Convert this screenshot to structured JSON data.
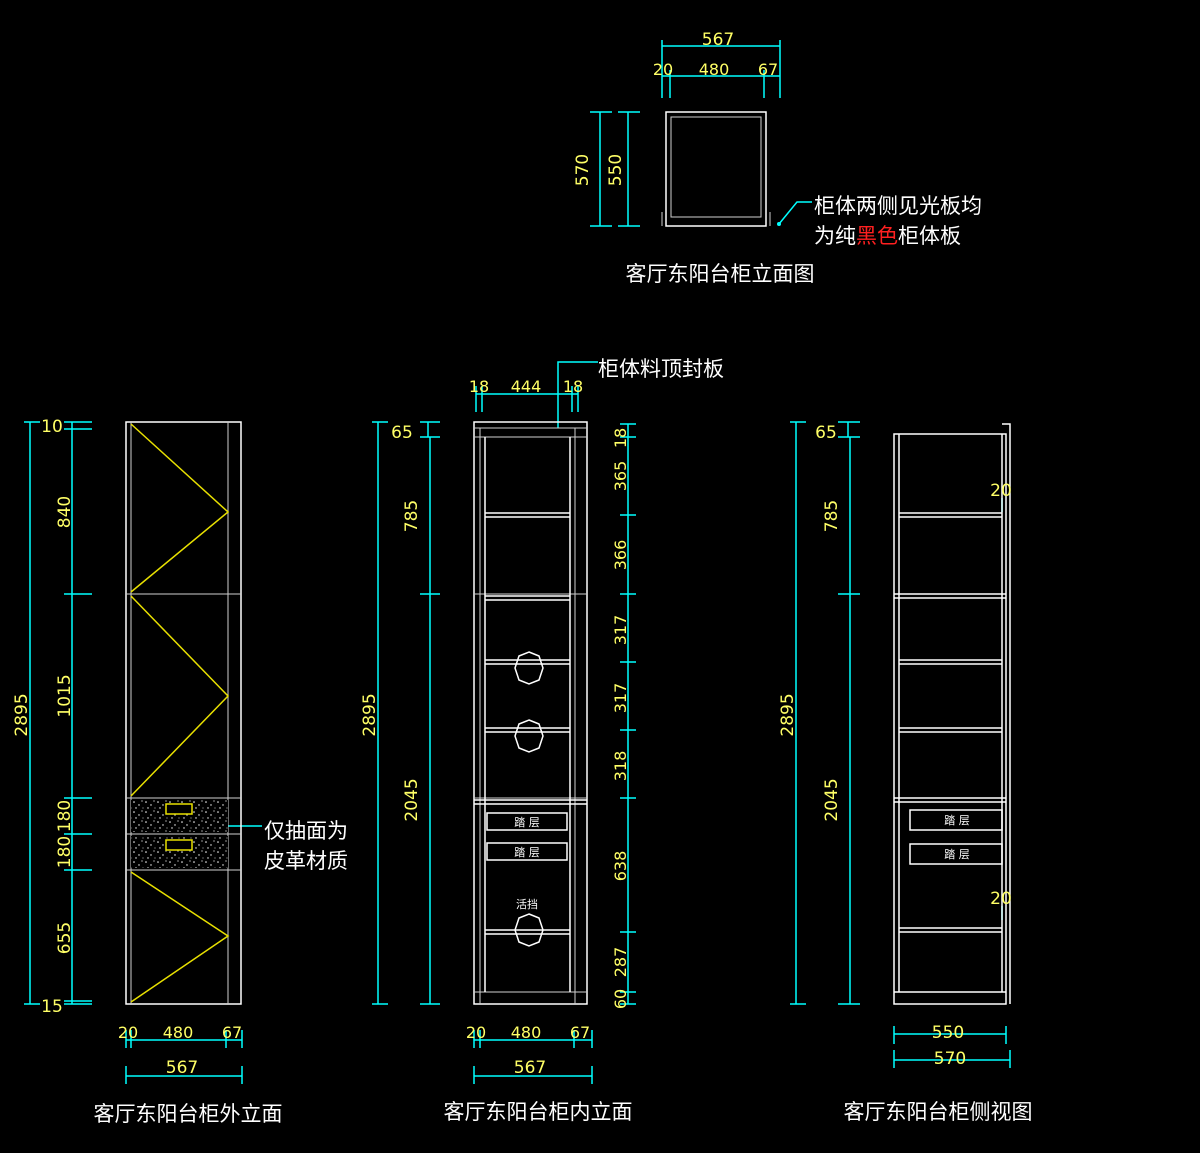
{
  "colors": {
    "background": "#000000",
    "outline": "#ffffff",
    "dimension_line": "#00ffff",
    "dimension_text": "#ffff66",
    "hatch": "#e8e000",
    "highlight": "#ff2020"
  },
  "top_view": {
    "title": "客厅东阳台柜立面图",
    "dims": {
      "w_total": "567",
      "w_left": "20",
      "w_mid": "480",
      "w_right": "67",
      "h_outer": "570",
      "h_inner": "550"
    },
    "note_line1": "柜体两侧见光板均",
    "note_line2_pre": "为纯",
    "note_line2_red": "黑色",
    "note_line2_post": "柜体板"
  },
  "outer_elevation": {
    "title": "客厅东阳台柜外立面",
    "dims": {
      "total": "2895",
      "top": "10",
      "upper": "840",
      "middle": "1015",
      "drawer1": "180",
      "drawer2": "180",
      "lower": "655",
      "bottom": "15",
      "w_left": "20",
      "w_mid": "480",
      "w_right": "67",
      "w_total": "567"
    },
    "note_line1": "仅抽面为",
    "note_line2": "皮革材质"
  },
  "inner_elevation": {
    "title": "客厅东阳台柜内立面",
    "top_panel_note": "柜体料顶封板",
    "dims": {
      "total": "2895",
      "top": "65",
      "upper": "785",
      "lower": "2045",
      "w_top_left": "18",
      "w_top_mid": "444",
      "w_top_right": "18",
      "s1": "18",
      "s2": "365",
      "s3": "366",
      "s4": "317",
      "s5": "317",
      "s6": "318",
      "s7": "638",
      "s8": "287",
      "s9": "60",
      "w_left": "20",
      "w_mid": "480",
      "w_right": "67",
      "w_total": "567"
    },
    "drawer_label": "踏 层",
    "fixture_label": "活挡"
  },
  "side_view": {
    "title": "客厅东阳台柜侧视图",
    "dims": {
      "total": "2895",
      "top": "65",
      "upper": "785",
      "lower": "2045",
      "gap1": "20",
      "gap2": "20",
      "w_inner": "550",
      "w_outer": "570"
    },
    "drawer_label": "踏 层"
  }
}
